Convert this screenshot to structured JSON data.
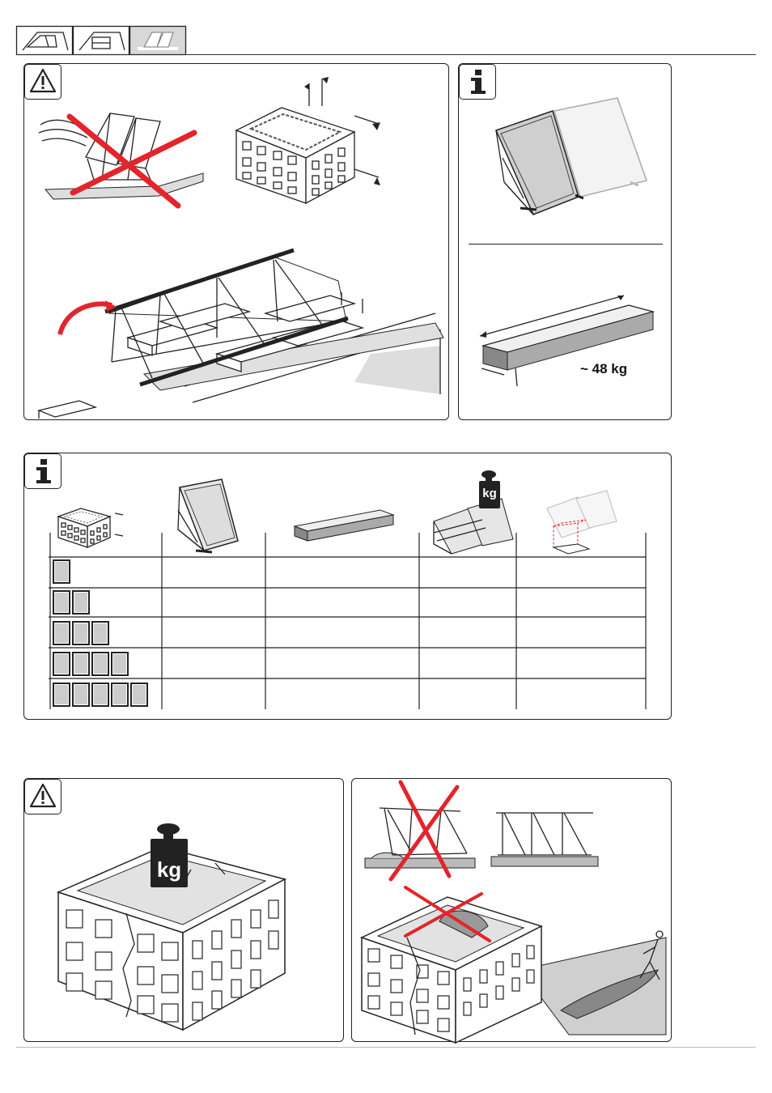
{
  "header": {
    "tabs": [
      {
        "icon": "roof-integrated-icon",
        "active": false
      },
      {
        "icon": "on-roof-icon",
        "active": false
      },
      {
        "icon": "flat-roof-icon",
        "active": true
      }
    ]
  },
  "panel_info_top": {
    "weight_label": "~ 48 kg"
  },
  "panel_table": {
    "badge_kg": "kg",
    "rows": [
      1,
      2,
      3,
      4,
      5
    ]
  },
  "panel_load": {
    "badge_kg": "kg"
  },
  "colors": {
    "ink": "#222222",
    "cross": "#e3242b",
    "panel_fill": "#cccccc",
    "ground": "#d9d9d9"
  }
}
